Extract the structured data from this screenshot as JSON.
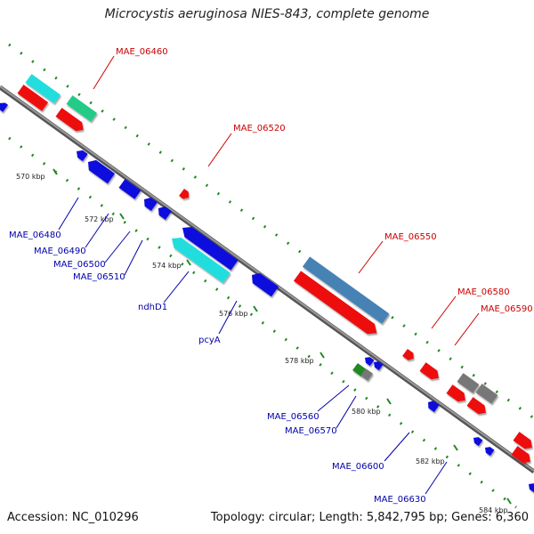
{
  "title": "Microcystis aeruginosa NIES-843, complete genome",
  "accession": "Accession: NC_010296",
  "summary": "Topology: circular; Length: 5,842,795 bp; Genes: 6,360",
  "colors": {
    "red": "#ee1111",
    "blue": "#1111dd",
    "cyan": "#22dddd",
    "green": "#22cc88",
    "steel": "#4682b4",
    "gray": "#777777",
    "darkgreen": "#228822",
    "backbone": "#888888",
    "dots": "#228822",
    "red_label": "#cc0000",
    "blue_label": "#0000aa"
  },
  "ticks": [
    "570 kbp",
    "572 kbp",
    "574 kbp",
    "576 kbp",
    "578 kbp",
    "580 kbp",
    "582 kbp",
    "584 kbp"
  ],
  "red_labels": [
    "MAE_06460",
    "MAE_06520",
    "MAE_06550",
    "MAE_06580",
    "MAE_06590"
  ],
  "blue_labels": [
    "MAE_06480",
    "MAE_06490",
    "MAE_06500",
    "MAE_06510",
    "ndhD1",
    "pcyA",
    "MAE_06560",
    "MAE_06570",
    "MAE_06600",
    "MAE_06630"
  ]
}
